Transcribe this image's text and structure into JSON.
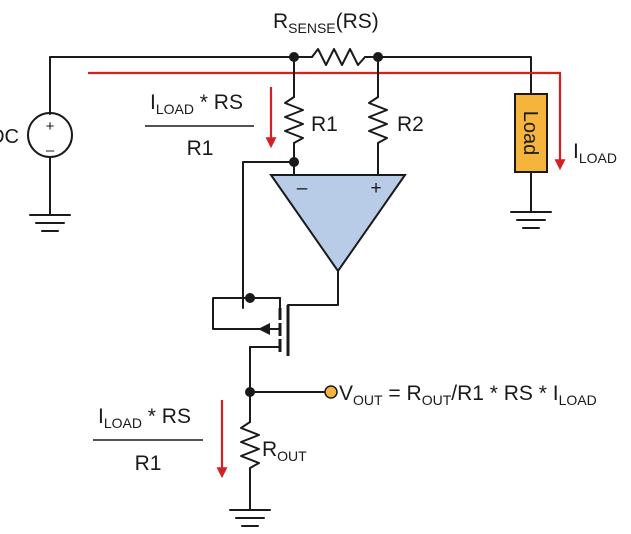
{
  "labels": {
    "rsense_main": "R",
    "rsense_sub": "SENSE",
    "rsense_tail": "(RS)",
    "dc_label": "DC",
    "r1": "R1",
    "r2": "R2",
    "load": "Load",
    "iload_right_main": "I",
    "iload_right_sub": "LOAD",
    "opamp_minus": "–",
    "opamp_plus": "+",
    "formula_top": {
      "i": "I",
      "sub": "LOAD",
      "rest": " * RS",
      "den": "R1"
    },
    "formula_bottom": {
      "i": "I",
      "sub": "LOAD",
      "rest": " * RS",
      "den": "R1"
    },
    "rout_main": "R",
    "rout_sub": "OUT",
    "vout": {
      "v": "V",
      "v_sub": "OUT",
      "eq": " = R",
      "rout_sub": "OUT",
      "mid": "/R1 * RS * I",
      "iload_sub": "LOAD"
    }
  },
  "colors": {
    "wire": "#1a1a1a",
    "current_arrow": "#d42020",
    "opamp_fill": "#b8cce8",
    "load_fill": "#f5b43c",
    "vout_node": "#f5b43c"
  }
}
